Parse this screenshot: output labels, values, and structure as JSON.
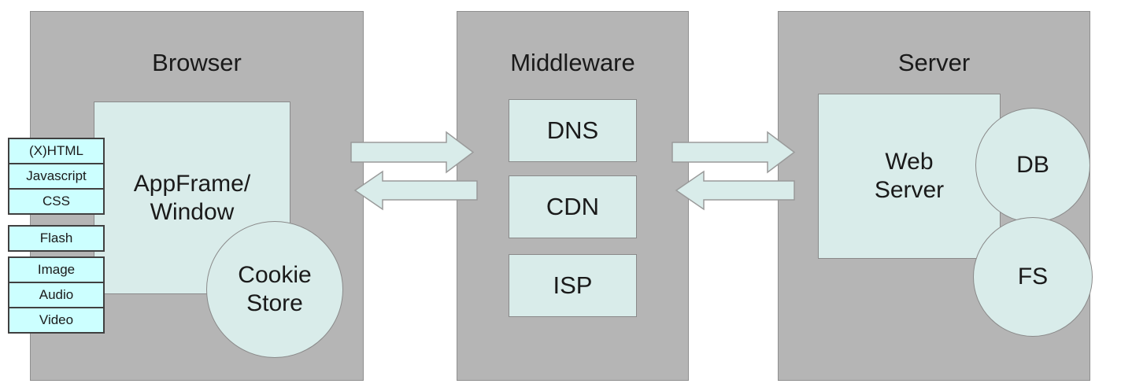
{
  "colors": {
    "panel_fill": "#b5b5b5",
    "shape_fill": "#d9ecea",
    "list_fill": "#ccffff"
  },
  "browser": {
    "title": "Browser",
    "app_frame": "AppFrame/\nWindow",
    "cookie_store": "Cookie\nStore",
    "content_types": [
      "(X)HTML",
      "Javascript",
      "CSS",
      "Flash",
      "Image",
      "Audio",
      "Video"
    ]
  },
  "middleware": {
    "title": "Middleware",
    "services": [
      "DNS",
      "CDN",
      "ISP"
    ]
  },
  "server": {
    "title": "Server",
    "web_server": "Web\nServer",
    "db_label": "DB",
    "fs_label": "FS"
  }
}
